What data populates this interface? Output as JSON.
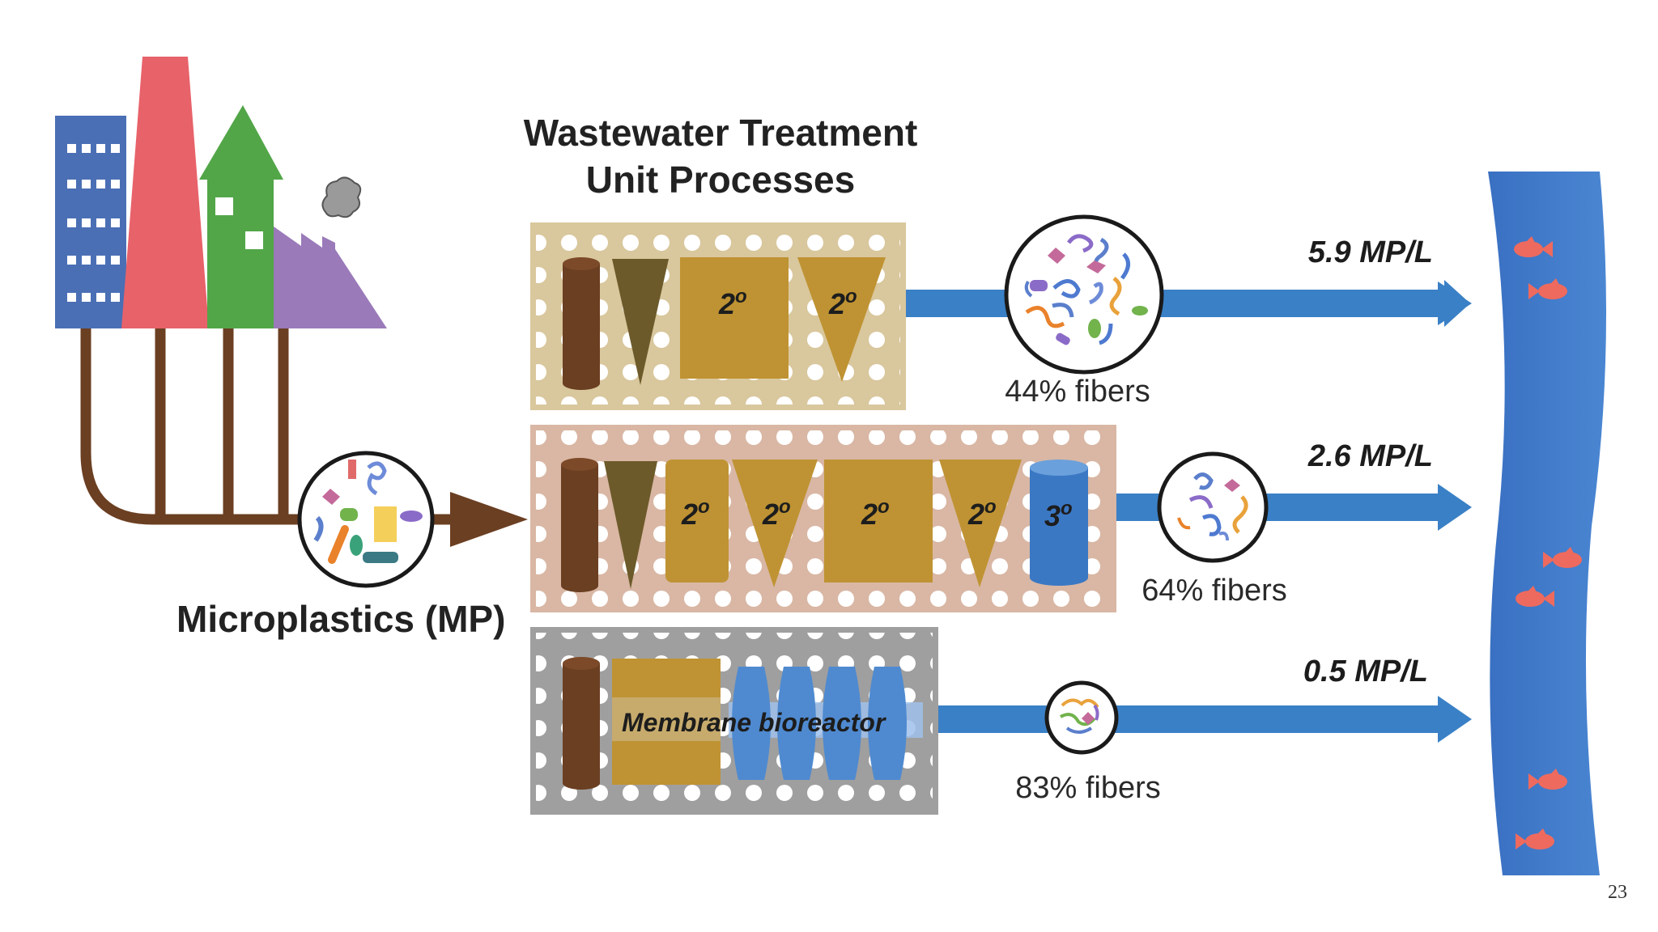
{
  "title": {
    "line1": "Wastewater Treatment",
    "line2": "Unit Processes"
  },
  "source_label": "Microplastics (MP)",
  "trains": [
    {
      "id": "train1",
      "stages": [
        "2o",
        "2o"
      ],
      "effluent": "5.9 MP/L",
      "fibers": "44% fibers"
    },
    {
      "id": "train2",
      "stages": [
        "2o",
        "2o",
        "2o",
        "2o",
        "3o"
      ],
      "effluent": "2.6 MP/L",
      "fibers": "64% fibers"
    },
    {
      "id": "train3",
      "stages": [
        "Membrane bioreactor"
      ],
      "effluent": "0.5 MP/L",
      "fibers": "83% fibers"
    }
  ],
  "degree_mark": "o",
  "page_number": "23",
  "colors": {
    "building_blue": "#4a6fb5",
    "factory_red": "#e8626a",
    "house_green": "#52a648",
    "factory_purple": "#9a7ab9",
    "pipe_brown": "#6b3f22",
    "panel1_bg": "#d9c79d",
    "panel2_bg": "#d9b7a4",
    "panel3_bg": "#9f9f9f",
    "stage_gold": "#bf9333",
    "primary_olive": "#6d5a2a",
    "tertiary_blue": "#3b78c4",
    "flow_blue": "#3a80c6",
    "river_blue": "#3974c6",
    "fish_red": "#ee6a5e"
  },
  "icons": [
    "buildings-icon",
    "smoke-icon",
    "fish-icon",
    "microplastics-icon"
  ]
}
